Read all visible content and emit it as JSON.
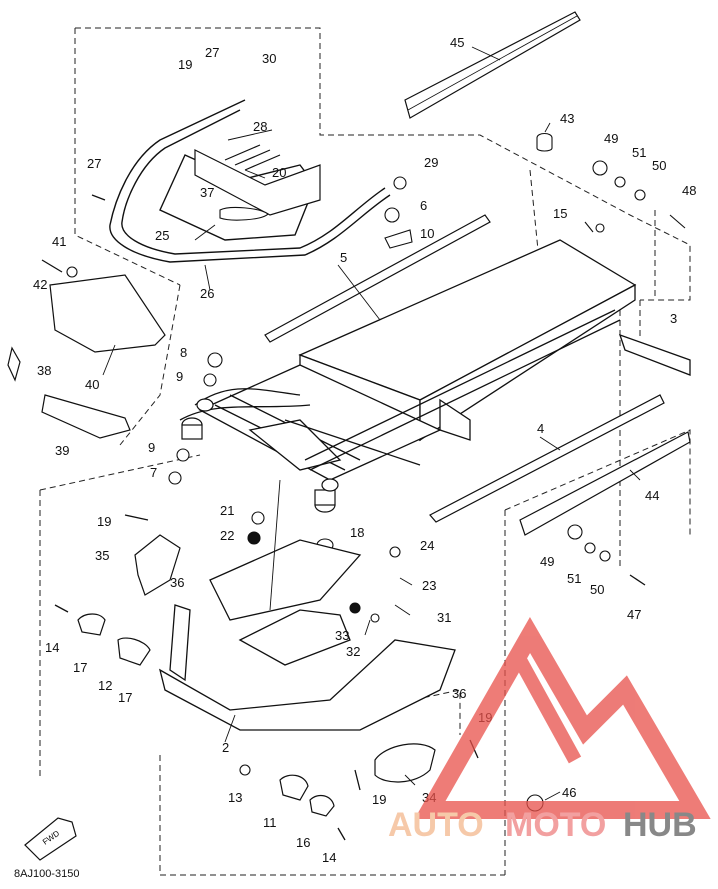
{
  "diagram": {
    "drawing_code": "8AJ100-3150",
    "part_numbers": [
      "45",
      "43",
      "49",
      "51",
      "50",
      "48",
      "15",
      "3",
      "4",
      "44",
      "47",
      "19",
      "27",
      "30",
      "28",
      "20",
      "29",
      "6",
      "10",
      "37",
      "25",
      "26",
      "5",
      "41",
      "42",
      "40",
      "38",
      "39",
      "8",
      "9",
      "7",
      "21",
      "22",
      "18",
      "24",
      "23",
      "31",
      "33",
      "32",
      "35",
      "36",
      "14",
      "17",
      "12",
      "2",
      "13",
      "11",
      "16",
      "34",
      "46"
    ]
  },
  "watermark": {
    "part1": "AUTO",
    "part2": "MOTO",
    "part3": "HUB",
    "color_auto": "#f6c9a9",
    "color_moto": "#f2a0a0",
    "color_hub": "#888888",
    "logo_color": "#e8504a"
  },
  "fwd_icon": "fwd-arrow-icon"
}
